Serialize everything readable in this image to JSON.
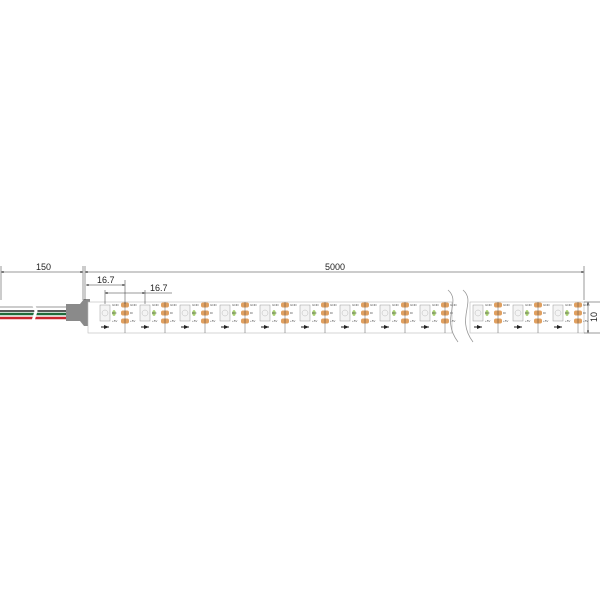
{
  "dimensions": {
    "lead_length": "150",
    "strip_length": "5000",
    "pitch_1": "16.7",
    "pitch_2": "16.7",
    "width": "10"
  },
  "pad_labels": {
    "left": [
      "GND",
      "DO",
      "+5V"
    ],
    "right": [
      "GND",
      "DI",
      "+5V"
    ]
  },
  "colors": {
    "strip": "#ffffff",
    "pad": "#e0a060",
    "capacitor": "#a8d070",
    "connector": "#8a8a8a",
    "wire_white": "#dddddd",
    "wire_green": "#1f6b3a",
    "wire_red": "#c8262e",
    "wire_black": "#222222"
  }
}
